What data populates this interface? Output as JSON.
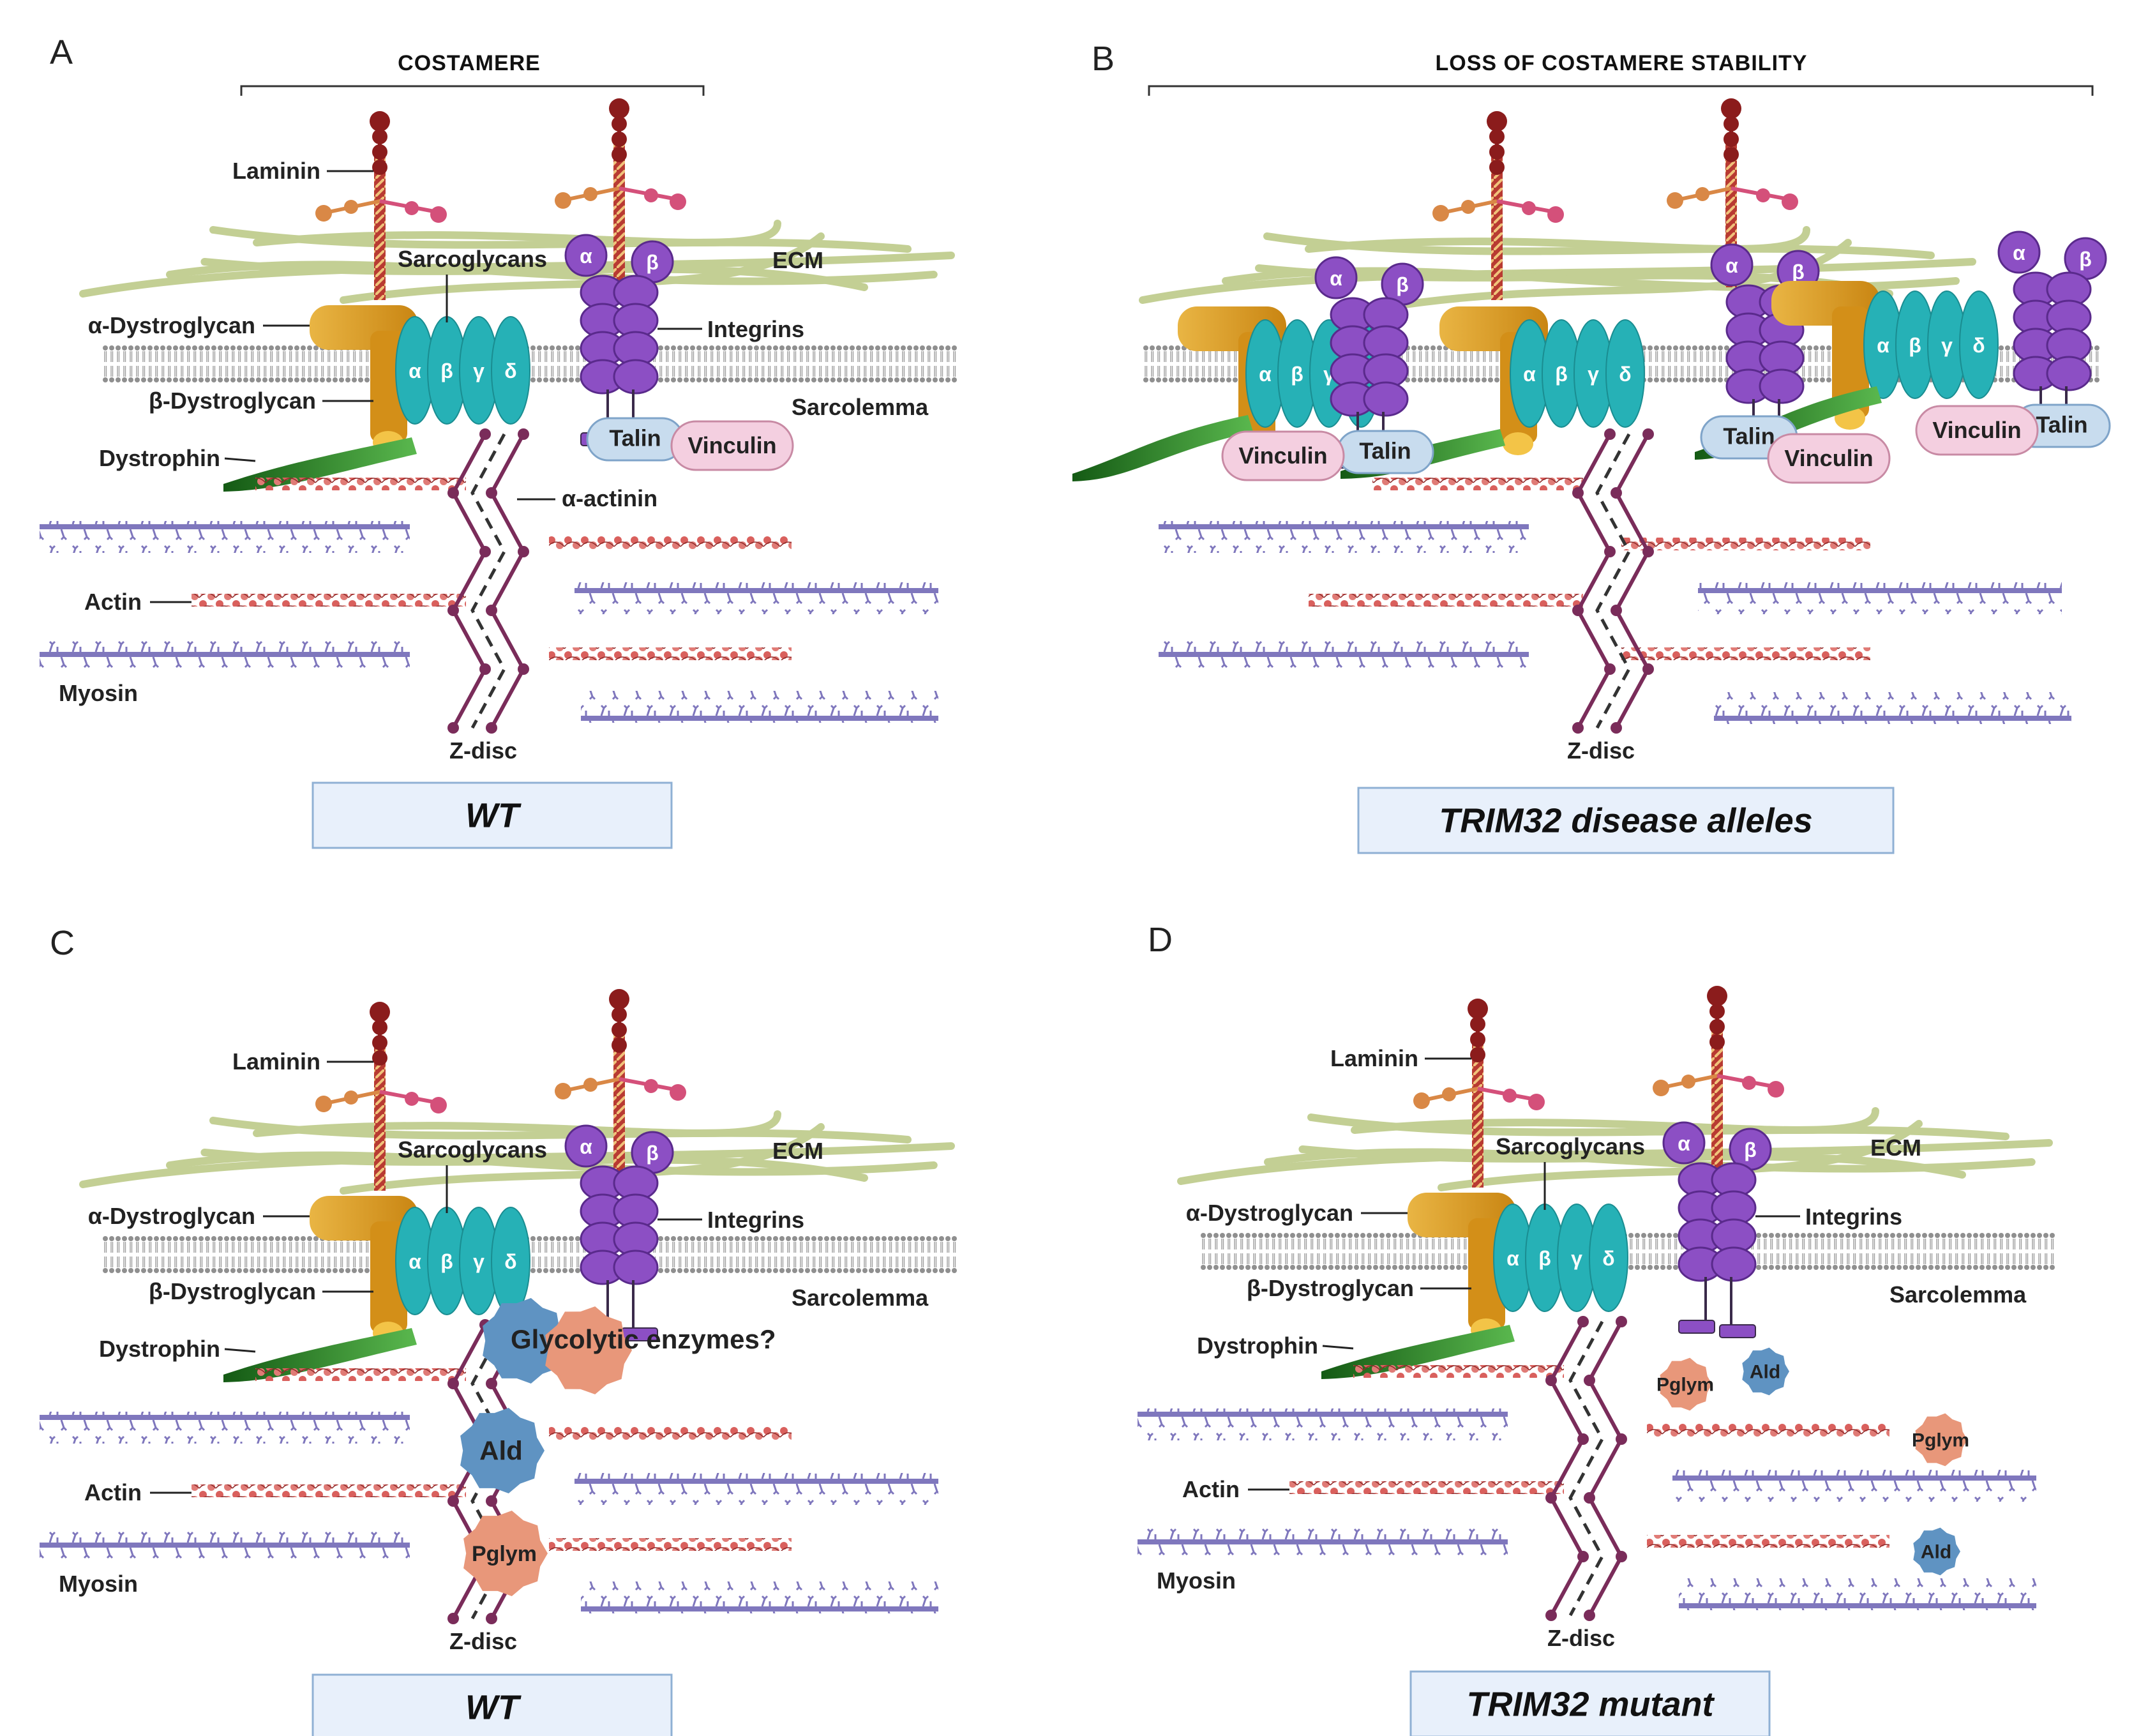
{
  "panels": [
    {
      "id": "A",
      "letter": "A",
      "heading": "COSTAMERE",
      "box_label": "WT",
      "labels": {
        "laminin": "Laminin",
        "alpha_dystroglycan": "α-Dystroglycan",
        "beta_dystroglycan": "β-Dystroglycan",
        "dystrophin": "Dystrophin",
        "sarcoglycans": "Sarcoglycans",
        "ecm": "ECM",
        "integrins": "Integrins",
        "sarcolemma": "Sarcolemma",
        "alpha_actinin": "α-actinin",
        "actin": "Actin",
        "myosin": "Myosin",
        "z_disc": "Z-disc",
        "talin": "Talin",
        "vinculin": "Vinculin"
      }
    },
    {
      "id": "B",
      "letter": "B",
      "heading": "LOSS OF COSTAMERE STABILITY",
      "box_label": "TRIM32 disease alleles",
      "labels": {
        "z_disc": "Z-disc",
        "talin": "Talin",
        "vinculin": "Vinculin"
      }
    },
    {
      "id": "C",
      "letter": "C",
      "box_label": "WT",
      "labels": {
        "laminin": "Laminin",
        "alpha_dystroglycan": "α-Dystroglycan",
        "beta_dystroglycan": "β-Dystroglycan",
        "dystrophin": "Dystrophin",
        "sarcoglycans": "Sarcoglycans",
        "ecm": "ECM",
        "integrins": "Integrins",
        "sarcolemma": "Sarcolemma",
        "actin": "Actin",
        "myosin": "Myosin",
        "z_disc": "Z-disc",
        "glycolytic_enzymes": "Glycolytic enzymes?",
        "ald": "Ald",
        "pglym": "Pglym"
      }
    },
    {
      "id": "D",
      "letter": "D",
      "box_label": "TRIM32 mutant",
      "labels": {
        "laminin": "Laminin",
        "alpha_dystroglycan": "α-Dystroglycan",
        "beta_dystroglycan": "β-Dystroglycan",
        "dystrophin": "Dystrophin",
        "sarcoglycans": "Sarcoglycans",
        "ecm": "ECM",
        "integrins": "Integrins",
        "sarcolemma": "Sarcolemma",
        "actin": "Actin",
        "myosin": "Myosin",
        "z_disc": "Z-disc",
        "ald": "Ald",
        "pglym": "Pglym"
      }
    }
  ],
  "greek": {
    "alpha": "α",
    "beta": "β",
    "gamma": "γ",
    "delta": "δ"
  },
  "colors": {
    "laminin": "#8b1c1c",
    "laminin_arm_left": "#d98846",
    "laminin_arm_right": "#d4507a",
    "ecm": "#c3cf94",
    "dystroglycan": "#d79a23",
    "sarcoglycan": "#26b1b6",
    "integrin": "#8c4fc4",
    "dystrophin": "#2f8a2f",
    "actin": "#d9605d",
    "myosin": "#7f77bd",
    "z_disc": "#7a2c5a",
    "talin": "#c8dcee",
    "vinculin": "#f4cfe0",
    "ald": "#5f93c2",
    "pglym": "#e8977a",
    "label_box": "#e8f0fb"
  }
}
